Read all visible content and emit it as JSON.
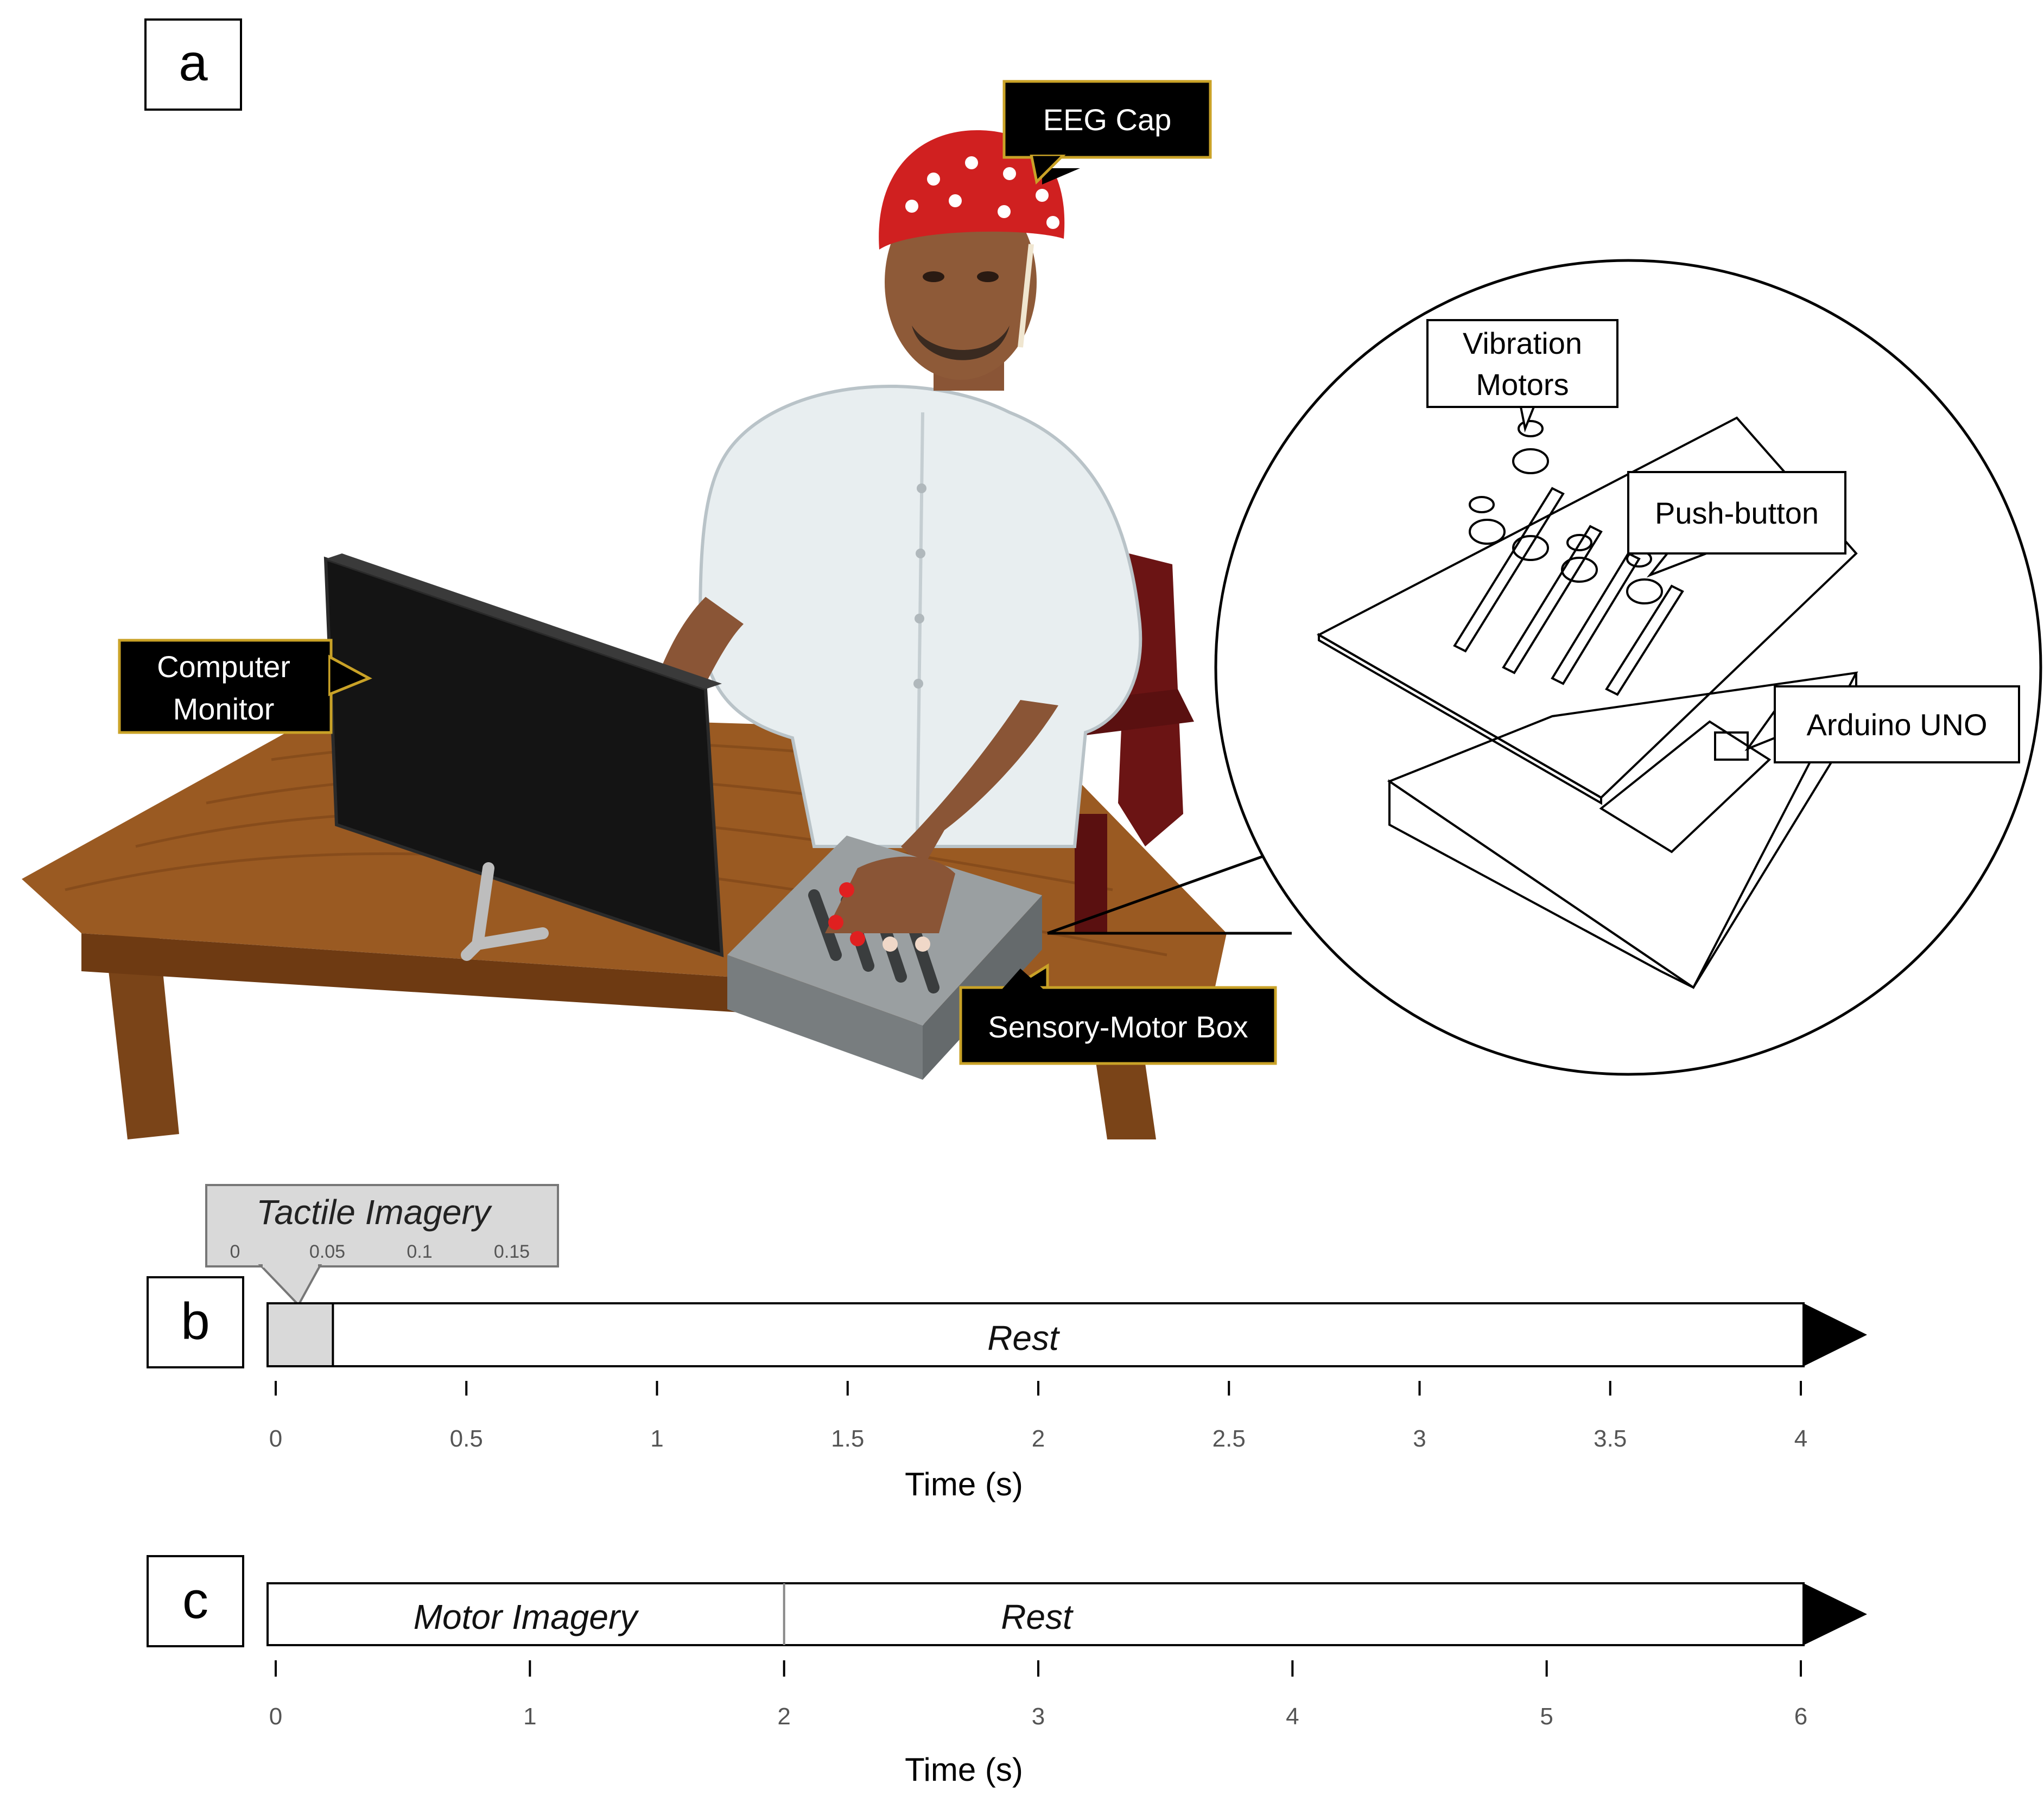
{
  "panel_a": {
    "letter": "a",
    "callouts": {
      "eeg_cap": "EEG Cap",
      "monitor_line1": "Computer",
      "monitor_line2": "Monitor",
      "box": "Sensory-Motor Box"
    },
    "inset": {
      "vibration_line1": "Vibration",
      "vibration_line2": "Motors",
      "push_button": "Push-button",
      "arduino": "Arduino UNO"
    }
  },
  "panel_b": {
    "letter": "b",
    "bar_label": "Rest",
    "xlabel": "Time (s)",
    "ticks": [
      "0",
      "0.5",
      "1",
      "1.5",
      "2",
      "2.5",
      "3",
      "3.5",
      "4"
    ],
    "zoom": {
      "title": "Tactile Imagery",
      "ticks": [
        "0",
        "0.05",
        "0.1",
        "0.15"
      ]
    }
  },
  "panel_c": {
    "letter": "c",
    "segment1": "Motor Imagery",
    "segment2": "Rest",
    "xlabel": "Time (s)",
    "ticks": [
      "0",
      "1",
      "2",
      "3",
      "4",
      "5",
      "6"
    ]
  },
  "timeline_b": {
    "min": 0,
    "max": 4,
    "highlight": [
      0,
      0.15
    ]
  },
  "timeline_c": {
    "min": 0,
    "max": 6,
    "split": 2
  },
  "colors": {
    "callout_bg": "#000000",
    "callout_border": "#c9a227",
    "cap_red": "#d02020",
    "table_wood": "#9a5a22",
    "box_gray": "#8f9496",
    "zoom_fill": "#d9d9d9"
  }
}
